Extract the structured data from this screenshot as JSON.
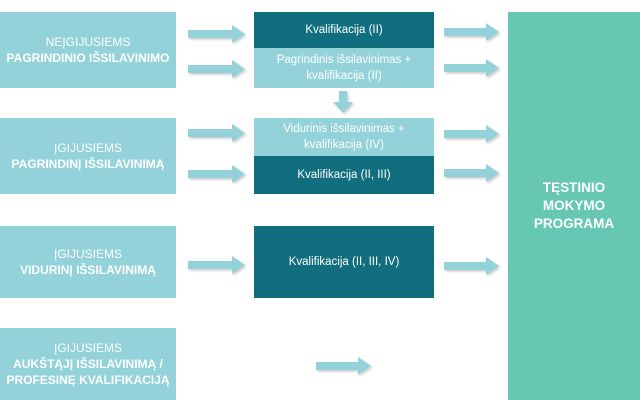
{
  "left_boxes": [
    {
      "line1": "NEĮGIJUSIEMS",
      "line2": "PAGRINDINIO IŠSILAVINIMO"
    },
    {
      "line1": "ĮGIJUSIEMS",
      "line2": "PAGRINDINĮ IŠSILAVINIMĄ"
    },
    {
      "line1": "ĮGIJUSIEMS",
      "line2": "VIDURINĮ IŠSILAVINIMĄ"
    },
    {
      "line1": "ĮGIJUSIEMS",
      "line2": "AUKŠTĄJĮ IŠSILAVINIMĄ /",
      "line3": "PROFESINĘ KVALIFIKACIJĄ"
    }
  ],
  "middle_boxes": [
    {
      "text": "Kvalifikacija (II)",
      "color": "#106e7e"
    },
    {
      "line1": "Pagrindinis išsilavinimas +",
      "line2": "kvalifikacija (II)",
      "color": "#92d2d8"
    },
    {
      "line1": "Vidurinis išsilavinimas +",
      "line2": "kvalifikacija (IV)",
      "color": "#92d2d8"
    },
    {
      "text": "Kvalifikacija (II, III)",
      "color": "#106e7e"
    },
    {
      "text": "Kvalifikacija (II, III, IV)",
      "color": "#106e7e"
    }
  ],
  "final_box": {
    "line1": "TĘSTINIO",
    "line2": "MOKYMO",
    "line3": "PROGRAMA",
    "color": "#66c7b2"
  },
  "arrow_color": "#92d2d8"
}
